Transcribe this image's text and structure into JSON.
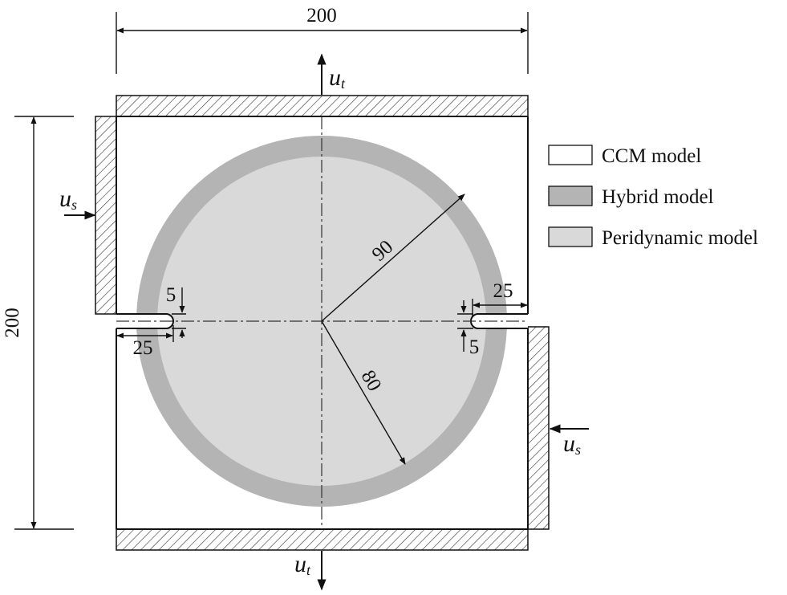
{
  "diagram": {
    "dimensions": {
      "overall_width": "200",
      "overall_height": "200",
      "outer_radius": "90",
      "inner_radius": "80",
      "notch_width_left": "5",
      "notch_width_right": "5",
      "notch_length_left": "25",
      "notch_length_right": "25"
    },
    "loads": {
      "top": {
        "symbol": "u",
        "subscript": "t"
      },
      "bottom": {
        "symbol": "u",
        "subscript": "t"
      },
      "left": {
        "symbol": "u",
        "subscript": "s"
      },
      "right": {
        "symbol": "u",
        "subscript": "s"
      }
    },
    "legend": [
      {
        "label": "CCM model",
        "color": "#ffffff"
      },
      {
        "label": "Hybrid model",
        "color": "#b4b4b4"
      },
      {
        "label": "Peridynamic model",
        "color": "#d9d9d9"
      }
    ]
  }
}
